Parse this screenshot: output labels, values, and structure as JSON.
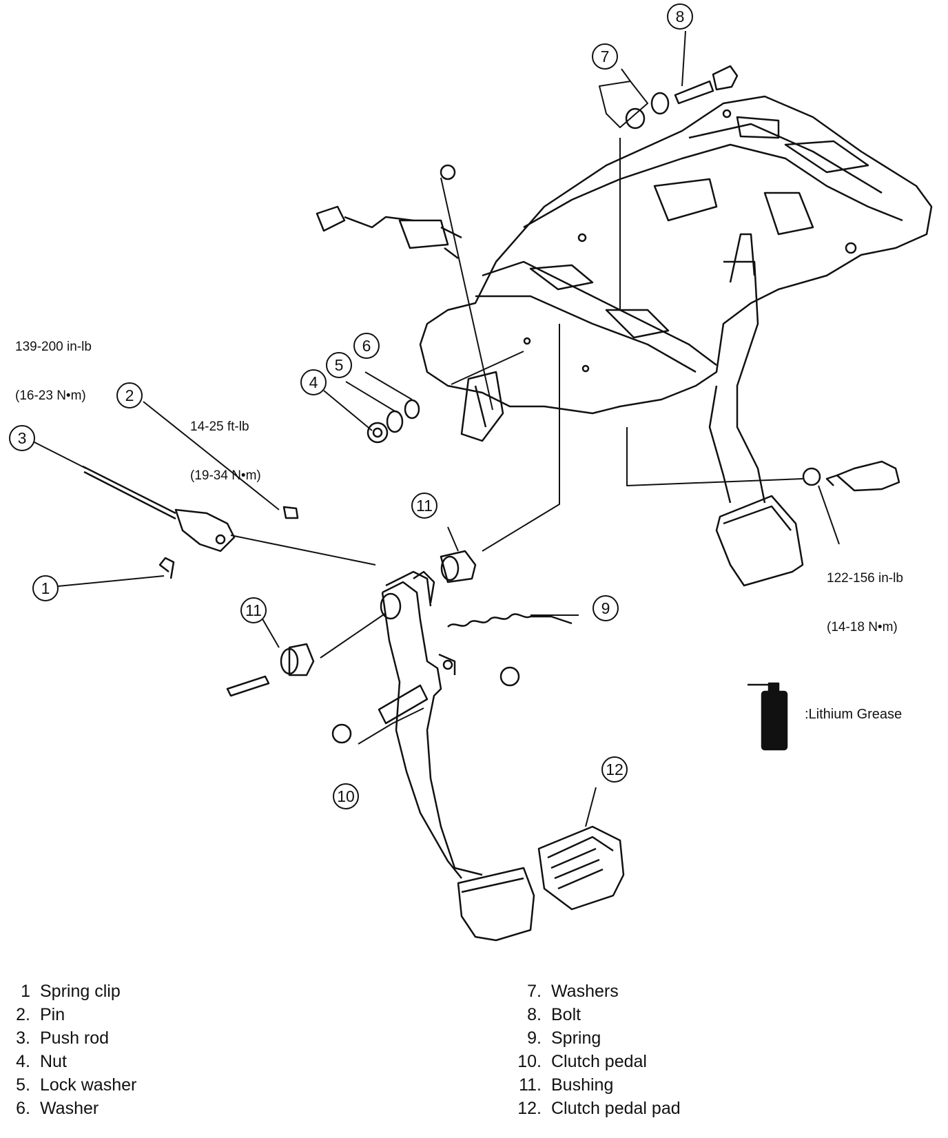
{
  "torque_specs": {
    "pushrod_area": [
      "139-200 in-lb",
      "(16-23 N•m)"
    ],
    "pin": [
      "14-25 ft-lb",
      "(19-34 N•m)"
    ],
    "switch": [
      "122-156 in-lb",
      "(14-18 N•m)"
    ]
  },
  "grease_label": ":Lithium Grease",
  "callouts": [
    {
      "num": "1"
    },
    {
      "num": "2"
    },
    {
      "num": "3"
    },
    {
      "num": "4"
    },
    {
      "num": "5"
    },
    {
      "num": "6"
    },
    {
      "num": "7"
    },
    {
      "num": "8"
    },
    {
      "num": "9"
    },
    {
      "num": "10"
    },
    {
      "num": "11"
    },
    {
      "num": "11"
    },
    {
      "num": "12"
    }
  ],
  "legend": {
    "left": [
      {
        "num": "1",
        "text": "Spring clip"
      },
      {
        "num": "2.",
        "text": "Pin"
      },
      {
        "num": "3.",
        "text": "Push rod"
      },
      {
        "num": "4.",
        "text": "Nut"
      },
      {
        "num": "5.",
        "text": "Lock washer"
      },
      {
        "num": "6.",
        "text": "Washer"
      }
    ],
    "right": [
      {
        "num": "7.",
        "text": "Washers"
      },
      {
        "num": "8.",
        "text": "Bolt"
      },
      {
        "num": "9.",
        "text": "Spring"
      },
      {
        "num": "10.",
        "text": "Clutch pedal"
      },
      {
        "num": "11.",
        "text": "Bushing"
      },
      {
        "num": "12.",
        "text": "Clutch pedal pad"
      }
    ]
  }
}
